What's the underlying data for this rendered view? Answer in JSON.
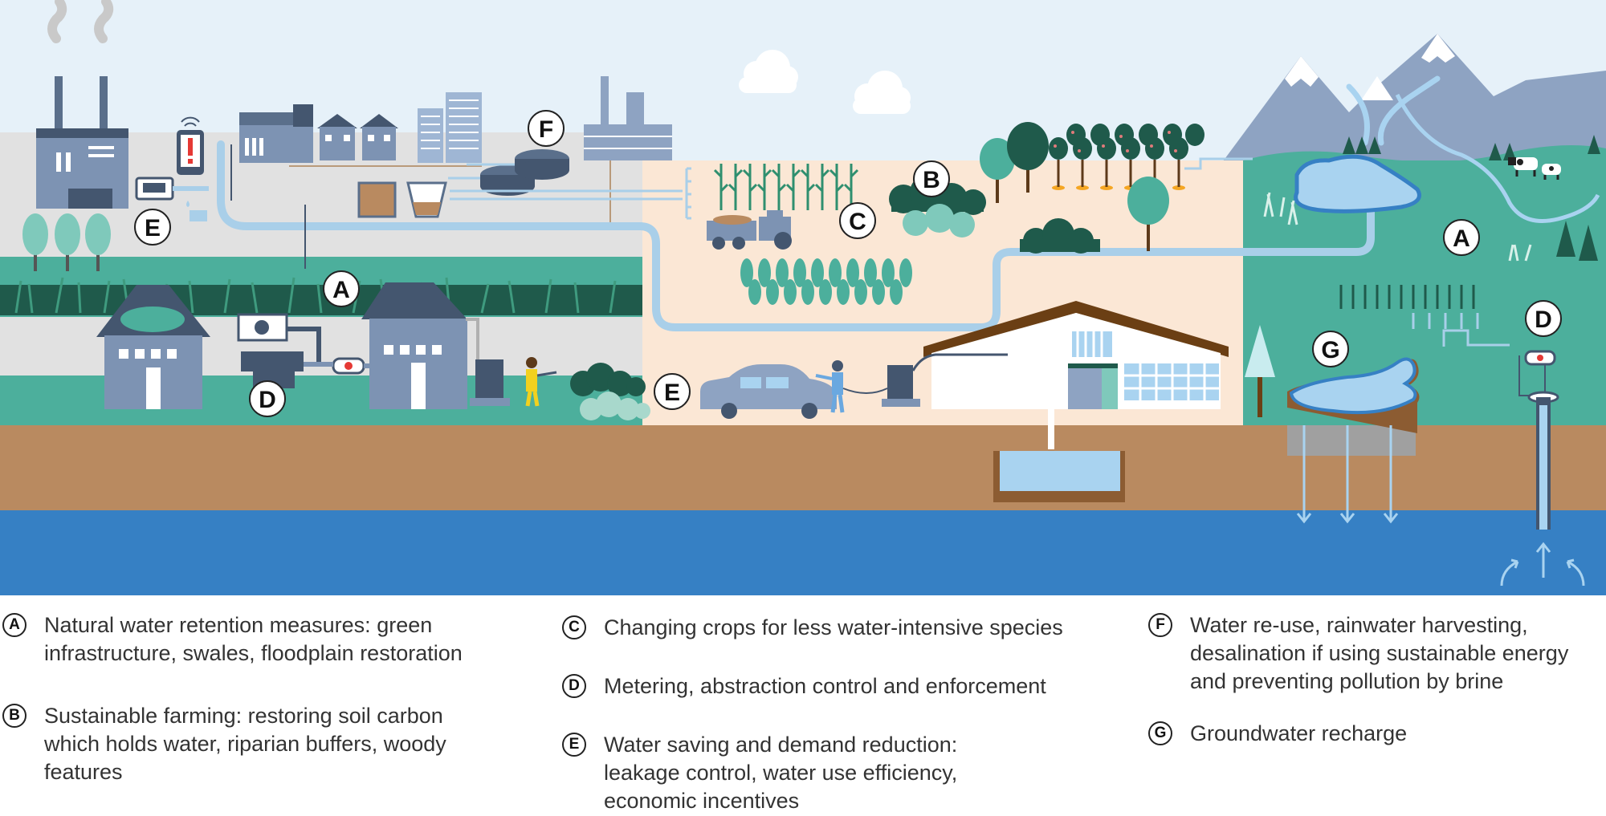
{
  "markers": {
    "A": "A",
    "B": "B",
    "C": "C",
    "D": "D",
    "E": "E",
    "F": "F",
    "G": "G"
  },
  "legend": [
    {
      "key": "A",
      "lines": [
        "Natural water retention measures: green",
        "infrastructure, swales, floodplain restoration"
      ]
    },
    {
      "key": "B",
      "lines": [
        "Sustainable farming: restoring soil carbon",
        "which holds water, riparian buffers, woody",
        "features"
      ]
    },
    {
      "key": "C",
      "lines": [
        "Changing crops for less water-intensive species"
      ]
    },
    {
      "key": "D",
      "lines": [
        "Metering, abstraction control and enforcement"
      ]
    },
    {
      "key": "E",
      "lines": [
        "Water saving and demand reduction:",
        "leakage control, water use efficiency,",
        "economic incentives"
      ]
    },
    {
      "key": "F",
      "lines": [
        "Water re-use, rainwater harvesting,",
        "desalination if using sustainable energy",
        "and preventing pollution by brine"
      ]
    },
    {
      "key": "G",
      "lines": [
        "Groundwater recharge"
      ]
    }
  ],
  "colors": {
    "sky": "#e4f0f8",
    "urban": "#e1e1e1",
    "farm": "#fbe7d5",
    "wild": "#4caf9c",
    "soil": "#b98a60",
    "aquifer": "#3680c4",
    "pipe": "#a9cfe9",
    "water": "#a9d3f0",
    "building": "#7d93b3",
    "darkgreen": "#1f5a4b"
  },
  "icons": [
    "factory",
    "smartphone-alert-icon",
    "water-meter-icon",
    "water-treatment-tank",
    "tractor",
    "car",
    "farmhouse",
    "cow",
    "sprinkler",
    "groundwater-well"
  ]
}
